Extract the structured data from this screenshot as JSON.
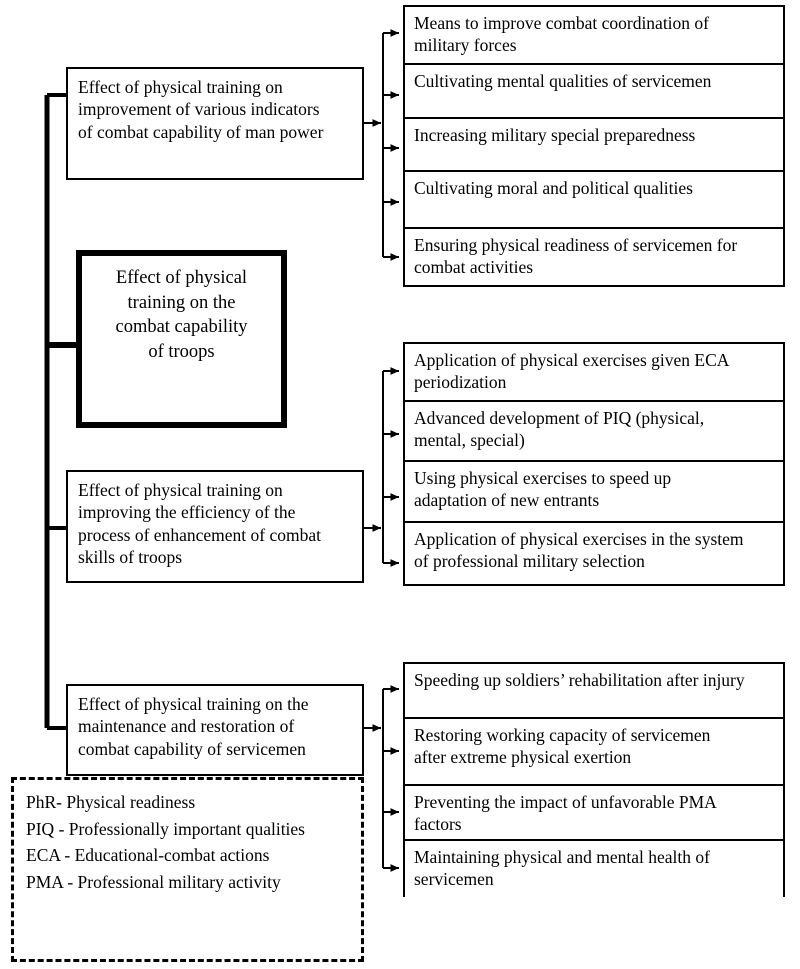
{
  "diagram": {
    "root": {
      "label": "Effect of physical\ntraining on the\ncombat capability\nof troops"
    },
    "branches": [
      {
        "label": "Effect of physical training on\nimprovement of various indicators\nof combat capability of man power",
        "leaves": [
          "Means to improve combat coordination of\nmilitary forces",
          "Cultivating mental qualities of servicemen",
          "Increasing military special preparedness",
          "Cultivating moral and political qualities",
          "Ensuring physical readiness of servicemen for\ncombat activities"
        ]
      },
      {
        "label": "Effect of physical training on\nimproving the efficiency of the\nprocess of enhancement of combat\nskills of troops",
        "leaves": [
          "Application of physical exercises given ECA\nperiodization",
          "Advanced development of PIQ (physical,\nmental, special)",
          "Using physical exercises to speed up\nadaptation of new entrants",
          "Application of physical exercises in the system\nof professional military selection"
        ]
      },
      {
        "label": "Effect of physical training on the\nmaintenance and restoration of\ncombat capability of servicemen",
        "leaves": [
          "Speeding up soldiers’ rehabilitation after injury",
          "Restoring working capacity of servicemen\nafter extreme physical exertion",
          "Preventing the impact of unfavorable PMA\nfactors",
          "Maintaining physical and mental health of\nservicemen"
        ]
      }
    ],
    "legend": {
      "lines": [
        "PhR- Physical readiness",
        "PIQ - Professionally important qualities",
        "ECA - Educational-combat actions",
        "PMA - Professional military activity"
      ]
    },
    "colors": {
      "stroke": "#000000",
      "background": "#ffffff"
    }
  }
}
